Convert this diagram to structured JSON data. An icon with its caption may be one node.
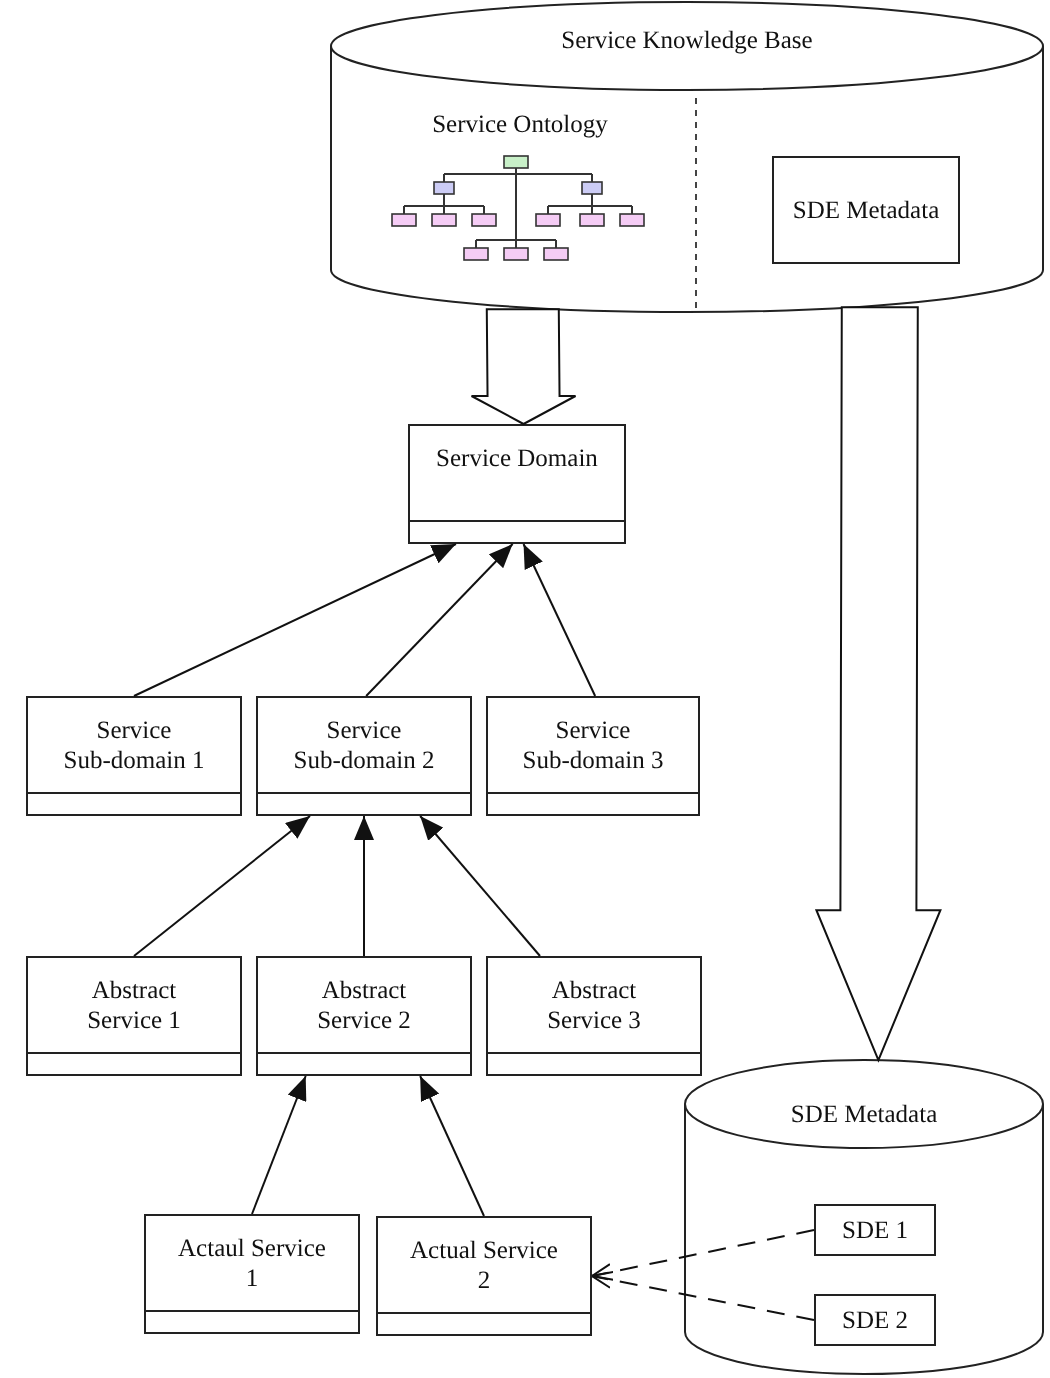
{
  "diagram": {
    "nodes": [
      {
        "text": [
          "Service Knowledge Base"
        ]
      },
      {
        "text": [
          "Service Ontology"
        ],
        "in": 0
      },
      {
        "text": [
          "SDE Metadata"
        ],
        "in": 0
      },
      {
        "text": [
          "Service Domain"
        ]
      },
      {
        "text": [
          "Service Sub-domain 1"
        ]
      },
      {
        "text": [
          "Service Sub-domain 2"
        ]
      },
      {
        "text": [
          "Service Sub-domain 3"
        ]
      },
      {
        "text": [
          "Abstract Service 1"
        ]
      },
      {
        "text": [
          "Abstract Service 2"
        ]
      },
      {
        "text": [
          "Abstract Service 3"
        ]
      },
      {
        "text": [
          "Actaul Service 1"
        ]
      },
      {
        "text": [
          "Actual Service 2"
        ]
      },
      {
        "text": [
          "SDE Metadata"
        ]
      },
      {
        "text": [
          "SDE 1"
        ],
        "in": 12
      },
      {
        "text": [
          "SDE 2"
        ],
        "in": 12
      }
    ],
    "edges": [
      {
        "from": 0,
        "to": 3,
        "arrow": "to",
        "style": "thick"
      },
      {
        "from": 0,
        "to": 12,
        "arrow": "to",
        "style": "thick"
      },
      {
        "from": 4,
        "to": 3,
        "arrow": "to"
      },
      {
        "from": 5,
        "to": 3,
        "arrow": "to"
      },
      {
        "from": 6,
        "to": 3,
        "arrow": "to"
      },
      {
        "from": 7,
        "to": 5,
        "arrow": "to"
      },
      {
        "from": 8,
        "to": 5,
        "arrow": "to"
      },
      {
        "from": 9,
        "to": 5,
        "arrow": "to"
      },
      {
        "from": 10,
        "to": 8,
        "arrow": "to"
      },
      {
        "from": 11,
        "to": 8,
        "arrow": "to"
      },
      {
        "from": 13,
        "to": 11,
        "arrow": "to",
        "style": "dashed"
      },
      {
        "from": 14,
        "to": 11,
        "arrow": "to",
        "style": "dashed"
      }
    ]
  }
}
